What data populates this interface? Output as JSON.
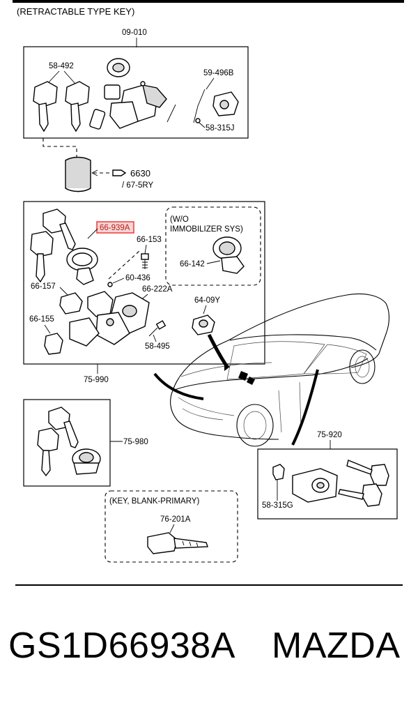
{
  "diagram": {
    "header": "(RETRACTABLE TYPE KEY)",
    "labels": {
      "l_09_010": "09-010",
      "l_58_492": "58-492",
      "l_59_496b": "59-496B",
      "l_58_315j": "58-315J",
      "l_6630": "6630",
      "l_67_5ry": "/ 67-5RY",
      "l_66_939a": "66-939A",
      "l_wo": "(W/O",
      "l_immob": "IMMOBILIZER SYS)",
      "l_66_153": "66-153",
      "l_66_142": "66-142",
      "l_60_436": "60-436",
      "l_66_157": "66-157",
      "l_66_222a": "66-222A",
      "l_64_09y": "64-09Y",
      "l_66_155": "66-155",
      "l_58_495": "58-495",
      "l_75_990": "75-990",
      "l_75_980": "75-980",
      "l_75_920": "75-920",
      "l_58_315g": "58-315G",
      "l_key_blank": "(KEY, BLANK-PRIMARY)",
      "l_76_201a": "76-201A"
    }
  },
  "caption": {
    "part_number": "GS1D66938A",
    "brand": "MAZDA"
  },
  "colors": {
    "highlight_border": "#e8302a",
    "highlight_fill": "#f8d4d4"
  }
}
